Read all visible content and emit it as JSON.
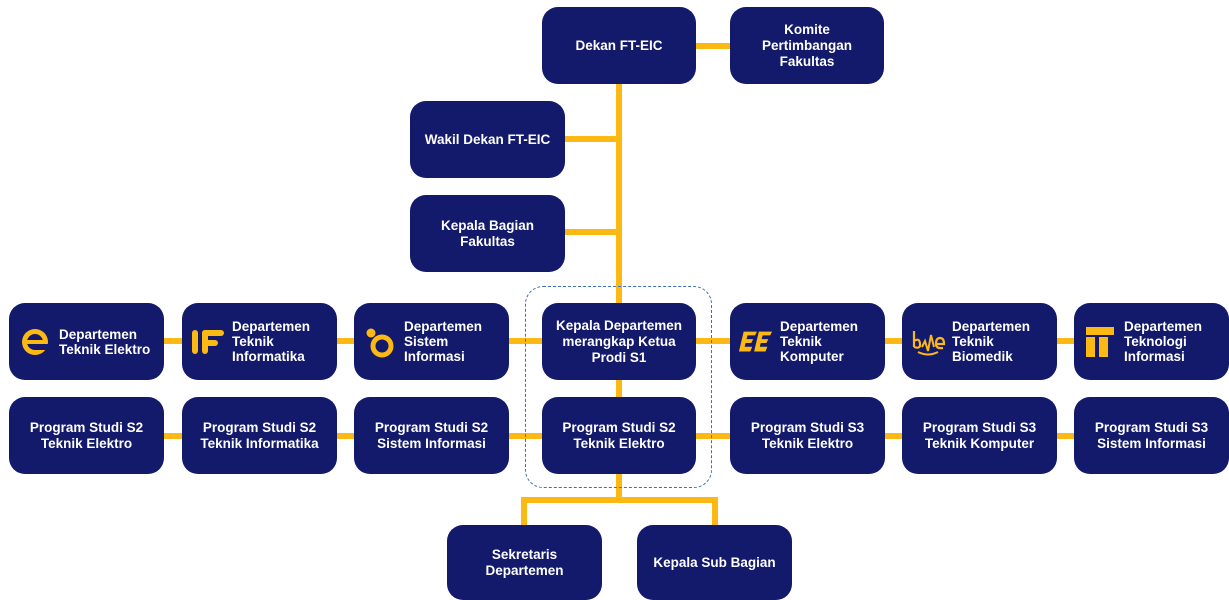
{
  "colors": {
    "box": "#13196B",
    "connector": "#FDB913",
    "accent": "#FDB913",
    "dashed": "#3D6FB6",
    "text": "#FFFFFF"
  },
  "top": {
    "dean": "Dekan FT-EIC",
    "committee": "Komite Pertimbangan\nFakultas",
    "vice_dean": "Wakil Dekan FT-EIC",
    "faculty_head": "Kepala Bagian\nFakultas"
  },
  "center": {
    "head_department": "Kepala Departemen\nmerangkap Ketua\nProdi S1",
    "program_s2": "Program Studi S2\nTeknik Elektro"
  },
  "departments": [
    {
      "label": "Departemen\nTeknik Elektro",
      "icon": "elektro-e-logo-icon"
    },
    {
      "label": "Departemen\nTeknik\nInformatika",
      "icon": "informatika-if-logo-icon"
    },
    {
      "label": "Departemen\nSistem\nInformasi",
      "icon": "sistem-informasi-logo-icon"
    },
    {
      "label": "Departemen\nTeknik\nKomputer",
      "icon": "komputer-ce-logo-icon"
    },
    {
      "label": "Departemen\nTeknik\nBiomedik",
      "icon": "biomedik-bme-logo-icon"
    },
    {
      "label": "Departemen\nTeknologi\nInformasi",
      "icon": "teknologi-it-logo-icon"
    }
  ],
  "programs": [
    "Program Studi S2\nTeknik Elektro",
    "Program Studi S2\nTeknik Informatika",
    "Program Studi S2\nSistem Informasi",
    "Program Studi S3\nTeknik Elektro",
    "Program Studi S3\nTeknik Komputer",
    "Program Studi S3\nSistem Informasi"
  ],
  "bottom": {
    "secretary": "Sekretaris\nDepartemen",
    "sub_head": "Kepala Sub Bagian"
  }
}
